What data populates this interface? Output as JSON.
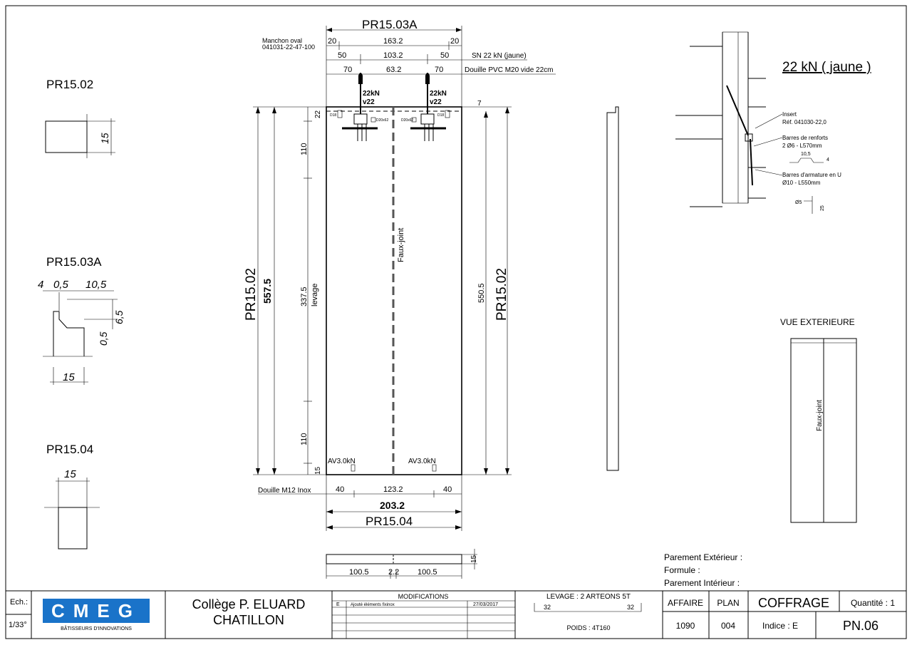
{
  "sections": {
    "s1": {
      "title": "PR15.02",
      "dim": "15"
    },
    "s2": {
      "title": "PR15.03A",
      "d1": "4",
      "d2": "0,5",
      "d3": "10,5",
      "d4": "6,5",
      "d5": "0,5",
      "d6": "15"
    },
    "s3": {
      "title": "PR15.04",
      "dim": "15"
    }
  },
  "panel": {
    "top_name": "PR15.03A",
    "bottom_name": "PR15.04",
    "left_name": "PR15.02",
    "right_name": "PR15.02",
    "manchon_label": "Manchon oval",
    "manchon_ref": "041031-22-47-100",
    "sn_label": "SN 22 kN (jaune)",
    "douille_pvc_label": "Douille PVC M20 vide 22cm",
    "douille_m12_label": "Douille M12 Inox",
    "faux_joint": "Faux-joint",
    "insert_left_a": "22kN",
    "insert_left_b": "v22",
    "insert_right_a": "22kN",
    "insert_right_b": "v22",
    "av_left": "AV3.0kN",
    "av_right": "AV3.0kN",
    "tag_d18": "D18",
    "tag_d18b": "D18",
    "tag_d20": "D20x62",
    "tag_d20b": "D20x62",
    "dims_top_row1": [
      "20",
      "163.2",
      "20"
    ],
    "dims_top_row2": [
      "50",
      "103.2",
      "50"
    ],
    "dims_top_row3": [
      "70",
      "63.2",
      "70"
    ],
    "dims_bottom": [
      "40",
      "123.2",
      "40"
    ],
    "width_total": "203.2",
    "height_total": "557.5",
    "height_right": "550.5",
    "levage_label": "levage",
    "dims_left": [
      "22",
      "110",
      "337.5",
      "110",
      "15"
    ],
    "dim_right_top": "7",
    "dims_edge": [
      "100.5",
      "2.2",
      "100.5"
    ],
    "dim_edge_thickness": "15"
  },
  "detail": {
    "title": "22 kN ( jaune )",
    "insert": "Insert",
    "insert_ref": "Réf. 041030-22,0",
    "barres_renfort": "Barres de renforts",
    "barres_renfort_spec": "2 Ø6 - L570mm",
    "dim_105": "10,5",
    "dim_4": "4",
    "barres_armature": "Barres d'armature en U",
    "barres_armature_spec": "Ø10 - L550mm",
    "dim_phi5": "Ø5",
    "dim_25": "25"
  },
  "exterior_view": {
    "title": "VUE EXTERIEURE",
    "faux_joint": "Faux-joint"
  },
  "parement": {
    "exterieur": "Parement Extérieur :",
    "formule": "Formule :",
    "interieur": "Parement Intérieur :"
  },
  "title_block": {
    "ech_label": "Ech.:",
    "ech_value": "1/33°",
    "logo_text": "CMEG",
    "logo_tagline": "BÂTISSEURS D'INNOVATIONS",
    "project_line1": "Collège P. ELUARD",
    "project_line2": "CHATILLON",
    "modifications_title": "MODIFICATIONS",
    "mod_indice": "E",
    "mod_desc": "Ajouté éléments fixinox",
    "mod_date": "27/03/2017",
    "levage": "LEVAGE : 2 ARTEONS 5T",
    "levage_left": "32",
    "levage_right": "32",
    "poids": "POIDS : 4T160",
    "affaire_label": "AFFAIRE",
    "affaire_value": "1090",
    "plan_label": "PLAN",
    "plan_value": "004",
    "coffrage": "COFFRAGE",
    "indice": "Indice : E",
    "quantite": "Quantité : 1",
    "piece": "PN.06"
  },
  "colors": {
    "line": "#000000",
    "logo_blue": "#1a73c9",
    "dash": "#555555"
  }
}
